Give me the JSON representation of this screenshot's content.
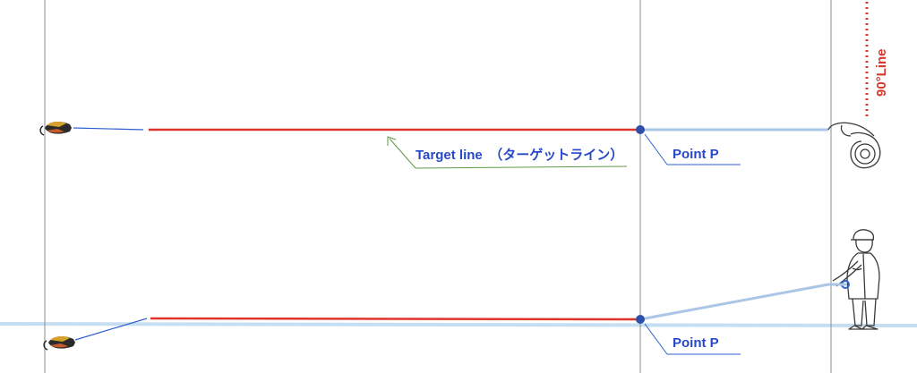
{
  "labels": {
    "target_line": "Target line　（ターゲットライン）",
    "point_p_top": "Point P",
    "point_p_bottom": "Point P",
    "ninety_line": "90°Line"
  },
  "colors": {
    "target_line": "#e0342b",
    "leader": "#2f5fd0",
    "fly_line": "#a9c6e6",
    "water_line": "#c6def1",
    "guide": "#8c8c8c",
    "point_p": "#2f4fa8",
    "label_blue": "#2748c9",
    "annotation_green": "#5e9b46",
    "ninety_line": "#d6382c"
  },
  "icons": [
    "fly-icon",
    "reel-icon",
    "angler-icon"
  ]
}
